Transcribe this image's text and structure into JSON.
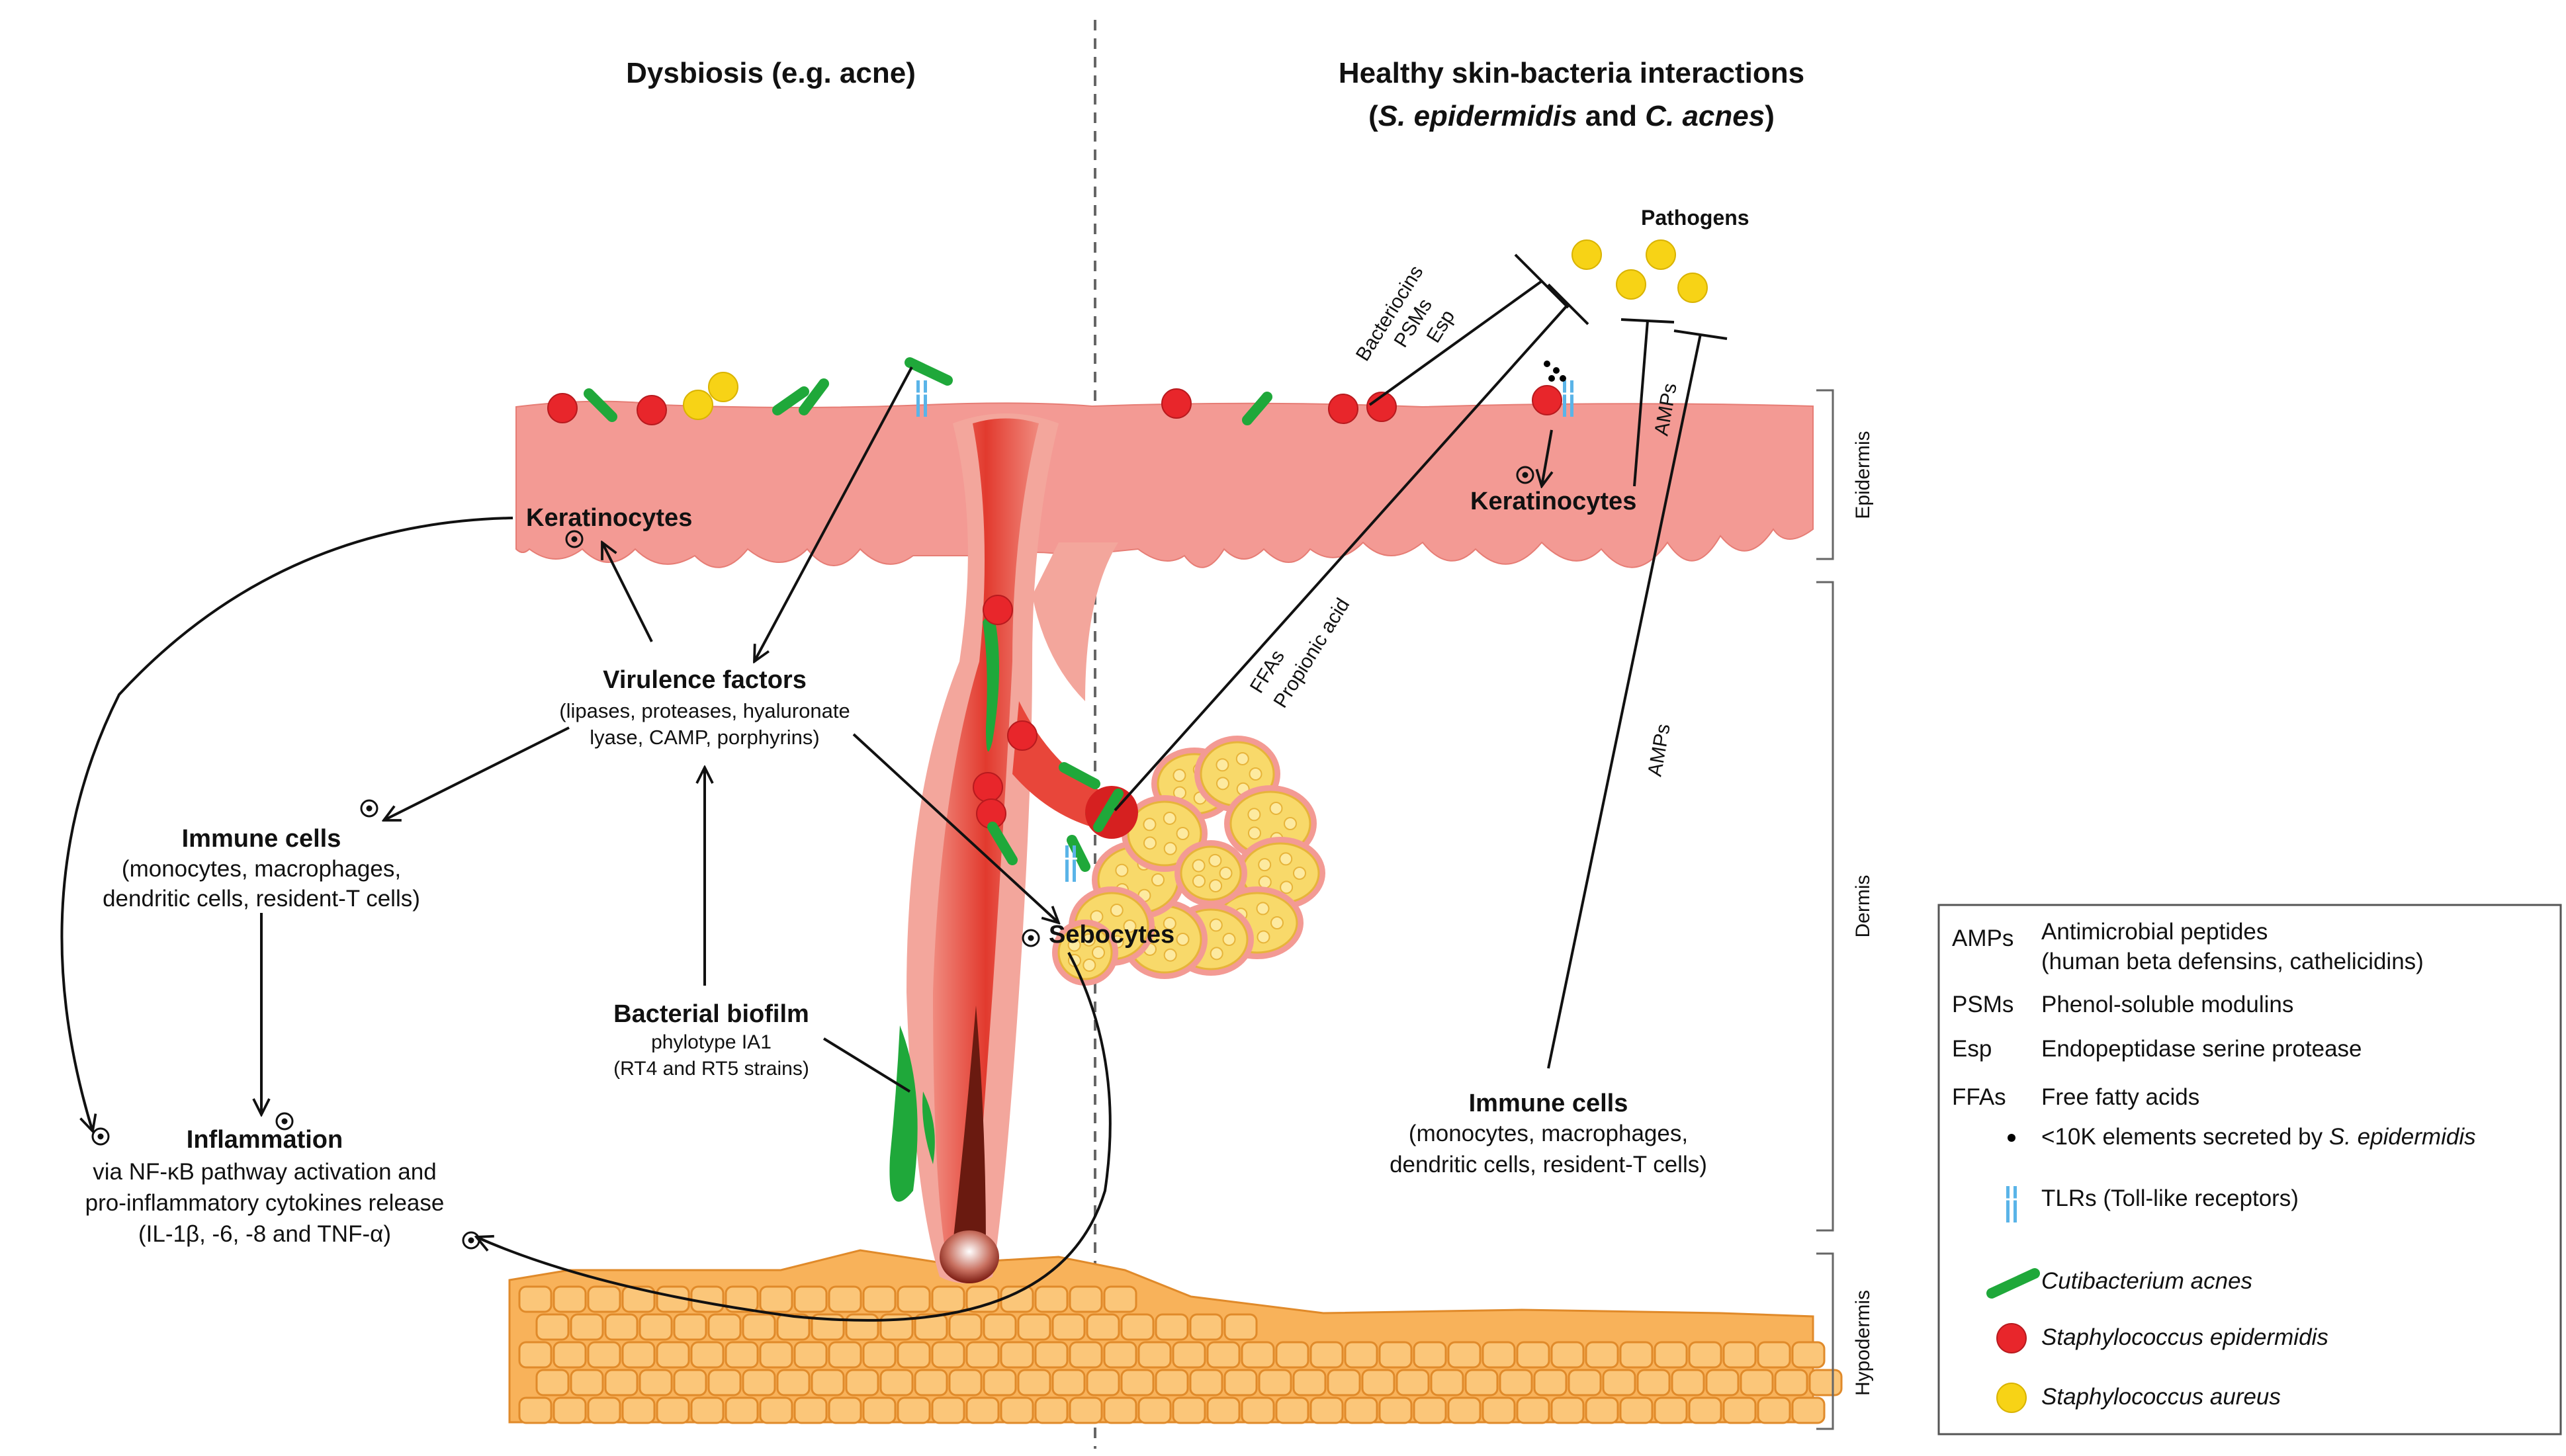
{
  "titles": {
    "left": "Dysbiosis (e.g. acne)",
    "right_line1": "Healthy skin-bacteria interactions",
    "right_line2_open": "(",
    "right_sp1": "S. epidermidis",
    "right_and": " and ",
    "right_sp2": "C. acnes",
    "right_line2_close": ")"
  },
  "left": {
    "keratinocytes": "Keratinocytes",
    "virulence_title": "Virulence factors",
    "virulence_line1": "(lipases, proteases, hyaluronate",
    "virulence_line2": "lyase, CAMP, porphyrins)",
    "immune_title": "Immune cells",
    "immune_line1": "(monocytes, macrophages,",
    "immune_line2": "dendritic cells, resident-T cells)",
    "inflammation_title": "Inflammation",
    "inflammation_line1": "via NF-κB pathway activation and",
    "inflammation_line2": "pro-inflammatory cytokines release",
    "inflammation_line3": "(IL-1β, -6, -8 and TNF-α)",
    "biofilm_title": "Bacterial biofilm",
    "biofilm_line1": "phylotype IA1",
    "biofilm_line2": "(RT4 and RT5 strains)",
    "sebocytes": "Sebocytes"
  },
  "right": {
    "pathogens": "Pathogens",
    "bacteriocins": "Bacteriocins",
    "psms": "PSMs",
    "esp": "Esp",
    "ffas": "FFAs",
    "propionic": "Propionic acid",
    "amps_upper": "AMPs",
    "amps_lower": "AMPs",
    "keratinocytes": "Keratinocytes",
    "immune_title": "Immune cells",
    "immune_line1": "(monocytes, macrophages,",
    "immune_line2": "dendritic cells, resident-T cells)"
  },
  "layers": {
    "epidermis": "Epidermis",
    "dermis": "Dermis",
    "hypodermis": "Hypodermis"
  },
  "legend": {
    "amps_abbr": "AMPs",
    "amps_line1": "Antimicrobial peptides",
    "amps_line2": "(human beta defensins, cathelicidins)",
    "psms_abbr": "PSMs",
    "psms_desc": "Phenol-soluble modulins",
    "esp_abbr": "Esp",
    "esp_desc": "Endopeptidase serine protease",
    "ffas_abbr": "FFAs",
    "ffas_desc": "Free fatty acids",
    "dot_desc": "<10K elements secreted by ",
    "dot_species": "S. epidermidis",
    "tlr_desc": "TLRs (Toll-like receptors)",
    "cacnes": "Cutibacterium acnes",
    "sepi": "Staphylococcus epidermidis",
    "saureus": "Staphylococcus aureus"
  },
  "colors": {
    "epidermis": "#f39a94",
    "follicle": "#e8463a",
    "c_acnes": "#1fa83a",
    "s_epidermidis": "#e8262b",
    "s_aureus": "#f7d316",
    "tlr": "#5ab4e8",
    "fat": "#f8b25a"
  }
}
